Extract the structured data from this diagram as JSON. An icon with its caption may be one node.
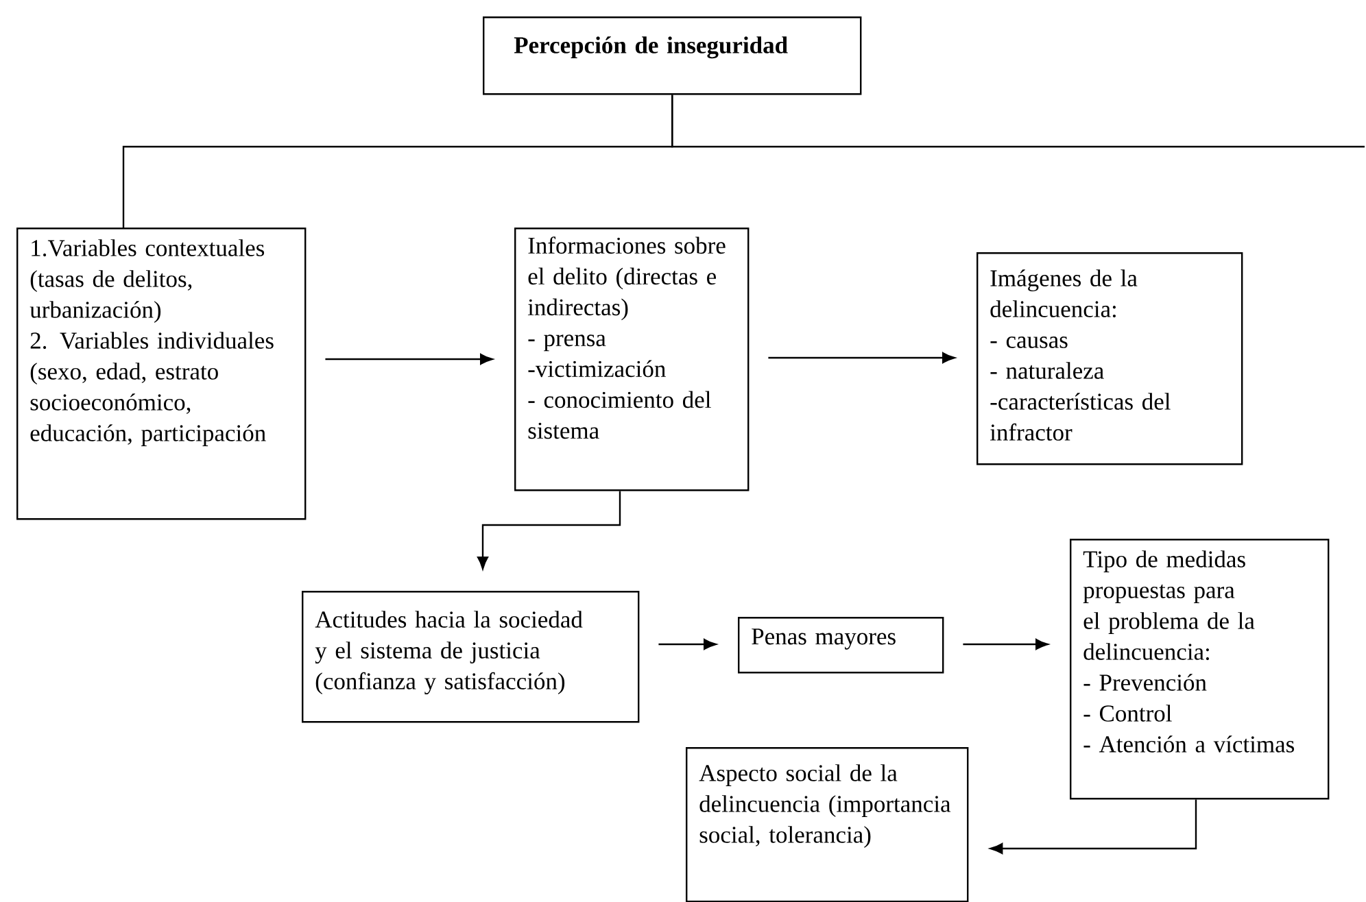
{
  "diagram": {
    "nodes": [
      {
        "text": [
          "Percepción de inseguridad"
        ]
      },
      {
        "text": [
          "1.Variables contextuales (tasas de delitos, urbanización)",
          "2. Variables individuales (sexo, edad, estrato socioeconómico, educación, participación"
        ]
      },
      {
        "text": [
          "Informaciones sobre el delito (directas e indirectas)",
          "- prensa",
          "-victimización",
          "- conocimiento del sistema"
        ]
      },
      {
        "text": [
          "Imágenes de la delincuencia:",
          "- causas",
          "- naturaleza",
          "-características del infractor"
        ]
      },
      {
        "text": [
          "Actitudes hacia la sociedad y el sistema de justicia (confianza y satisfacción)"
        ]
      },
      {
        "text": [
          "Penas mayores"
        ]
      },
      {
        "text": [
          "Tipo de medidas propuestas para el problema de la delincuencia:",
          "- Prevención",
          "- Control",
          "- Atención a víctimas"
        ]
      },
      {
        "text": [
          "Aspecto social de la delincuencia (importancia social, tolerancia)"
        ]
      }
    ],
    "edges": [
      {
        "from": 0,
        "to": 1,
        "arrow": "none"
      },
      {
        "from": 0,
        "to": null,
        "arrow": "none"
      },
      {
        "from": 1,
        "to": 2,
        "arrow": "to"
      },
      {
        "from": 2,
        "to": 3,
        "arrow": "to"
      },
      {
        "from": 2,
        "to": 4,
        "arrow": "to"
      },
      {
        "from": 4,
        "to": 5,
        "arrow": "to"
      },
      {
        "from": 5,
        "to": 6,
        "arrow": "to"
      },
      {
        "from": 6,
        "to": 7,
        "arrow": "to"
      }
    ]
  }
}
